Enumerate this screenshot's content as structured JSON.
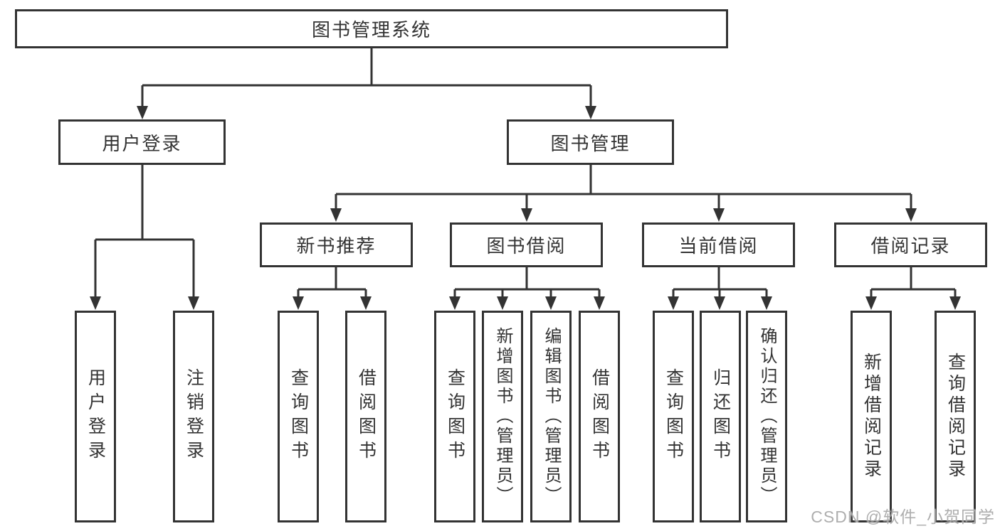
{
  "colors": {
    "line": "#333333",
    "box_border": "#333333",
    "text": "#333333",
    "background": "#ffffff",
    "watermark": "#a5a5a5"
  },
  "watermark": {
    "text": "CSDN @软件_小贺同学"
  },
  "tree": {
    "root": "图书管理系统",
    "branches": [
      {
        "label": "用户登录",
        "children": [
          {
            "label": "用户登录"
          },
          {
            "label": "注销登录"
          }
        ]
      },
      {
        "label": "图书管理",
        "children": [
          {
            "label": "新书推荐",
            "children": [
              {
                "label": "查询图书"
              },
              {
                "label": "借阅图书"
              }
            ]
          },
          {
            "label": "图书借阅",
            "children": [
              {
                "label": "查询图书"
              },
              {
                "label": "新增图书（管理员）"
              },
              {
                "label": "编辑图书（管理员）"
              },
              {
                "label": "借阅图书"
              }
            ]
          },
          {
            "label": "当前借阅",
            "children": [
              {
                "label": "查询图书"
              },
              {
                "label": "归还图书"
              },
              {
                "label": "确认归还（管理员）"
              }
            ]
          },
          {
            "label": "借阅记录",
            "children": [
              {
                "label": "新增借阅记录"
              },
              {
                "label": "查询借阅记录"
              }
            ]
          }
        ]
      }
    ]
  }
}
